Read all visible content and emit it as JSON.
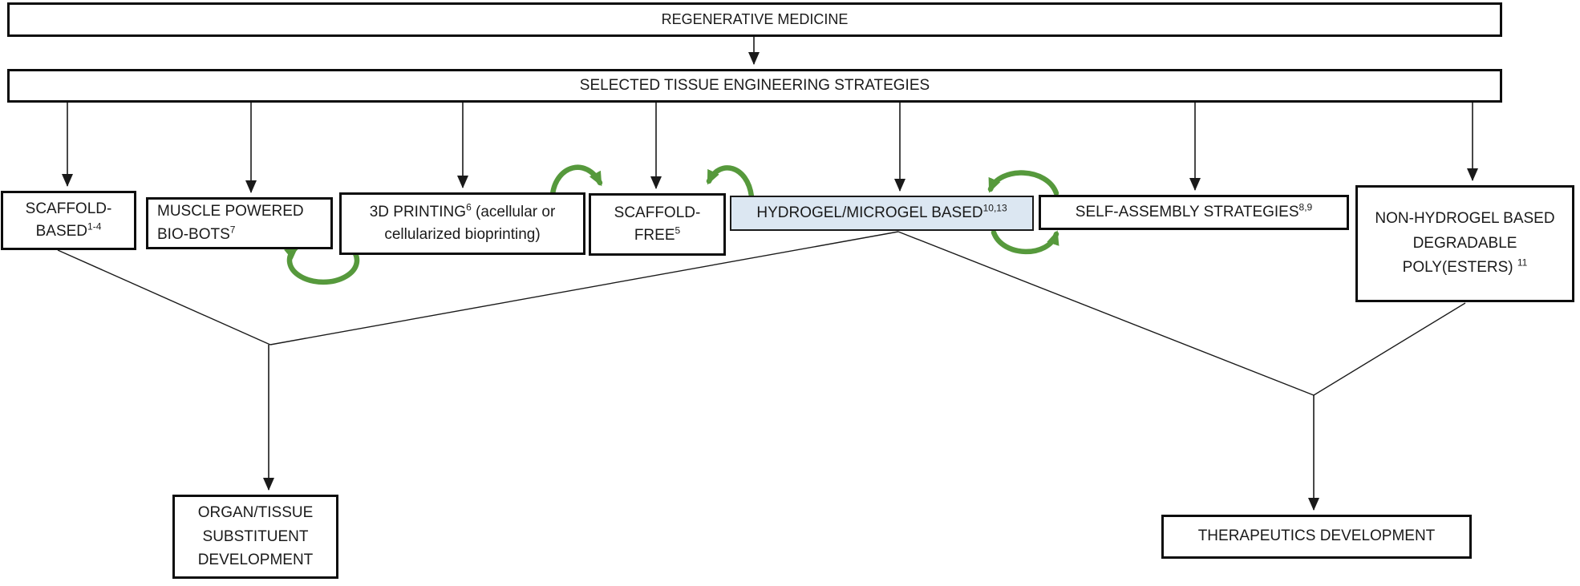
{
  "figure_type": "flow-diagram",
  "colors": {
    "line": "#1a1a1a",
    "box_border": "#0d0d0d",
    "green_arrow": "#56993c",
    "highlight_fill": "#dce7f2",
    "highlight_border": "#1a1a1a"
  },
  "root": {
    "label": "REGENERATIVE MEDICINE"
  },
  "level2": {
    "label": "SELECTED TISSUE ENGINEERING STRATEGIES"
  },
  "strategies": [
    {
      "name": "scaffold-based",
      "parts": [
        {
          "text": "SCAFFOLD-"
        },
        {
          "text": "BASED",
          "sup": "1-4"
        }
      ]
    },
    {
      "name": "muscle-powered-bio-bots",
      "parts": [
        {
          "text": "MUSCLE POWERED"
        },
        {
          "text": "BIO-BOTS",
          "sup": "7"
        }
      ]
    },
    {
      "name": "3d-printing",
      "parts": [
        {
          "text": "3D PRINTING",
          "sup": "6",
          "text_after": " (acellular or"
        },
        {
          "text": "cellularized bioprinting)"
        }
      ]
    },
    {
      "name": "scaffold-free",
      "parts": [
        {
          "text": "SCAFFOLD-"
        },
        {
          "text": "FREE",
          "sup": "5"
        }
      ]
    },
    {
      "name": "hydrogel-microgel-based",
      "highlighted": true,
      "parts": [
        {
          "text": "HYDROGEL/MICROGEL BASED",
          "sup": "10,13"
        }
      ]
    },
    {
      "name": "self-assembly-strategies",
      "parts": [
        {
          "text": "SELF-ASSEMBLY STRATEGIES",
          "sup": "8,9"
        }
      ]
    },
    {
      "name": "non-hydrogel-degradable-polyesters",
      "parts": [
        {
          "text": "NON-HYDROGEL BASED"
        },
        {
          "text": "DEGRADABLE"
        },
        {
          "text": "POLY(ESTERS) ",
          "sup": "11"
        }
      ]
    }
  ],
  "outcomes": [
    {
      "name": "organ-tissue-substituent-development",
      "lines": [
        "ORGAN/TISSUE",
        "SUBSTITUENT",
        "DEVELOPMENT"
      ]
    },
    {
      "name": "therapeutics-development",
      "lines": [
        "THERAPEUTICS DEVELOPMENT"
      ]
    }
  ],
  "green_arrows": [
    {
      "name": "cycle-arrow-bio-bots-3d-printing",
      "style": "open-circle"
    },
    {
      "name": "curved-arrow-3d-printing-to-scaffold-free",
      "style": "arc-head-right"
    },
    {
      "name": "curved-arrow-hydrogel-to-scaffold-free",
      "style": "arc-head-left"
    },
    {
      "name": "cycle-arrow-hydrogel-self-assembly-top",
      "style": "arc-head-left"
    },
    {
      "name": "cycle-arrow-hydrogel-self-assembly-bottom",
      "style": "arc-head-right"
    }
  ]
}
